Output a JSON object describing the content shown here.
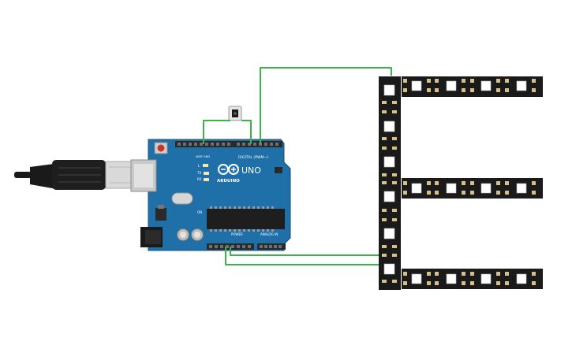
{
  "board": {
    "brand": "ARDUINO",
    "model": "UNO",
    "header_digital": "DIGITAL (PWM~)",
    "header_power": "POWER",
    "header_analog": "ANALOG IN",
    "label_aref": "AREF",
    "label_gnd": "GND",
    "label_l": "L",
    "label_tx": "TX",
    "label_rx": "RX",
    "label_on": "ON"
  },
  "colors": {
    "board": "#1f6fa8",
    "board_dark": "#17507b",
    "wire": "#3bb34a",
    "strip": "#1a1a1a",
    "led": "#ffffff",
    "pad": "#d6c08a"
  },
  "components": {
    "cable": "usb-cable",
    "button": "pushbutton",
    "strips": [
      "led-strip-vertical",
      "led-strip-top",
      "led-strip-middle",
      "led-strip-bottom"
    ]
  }
}
